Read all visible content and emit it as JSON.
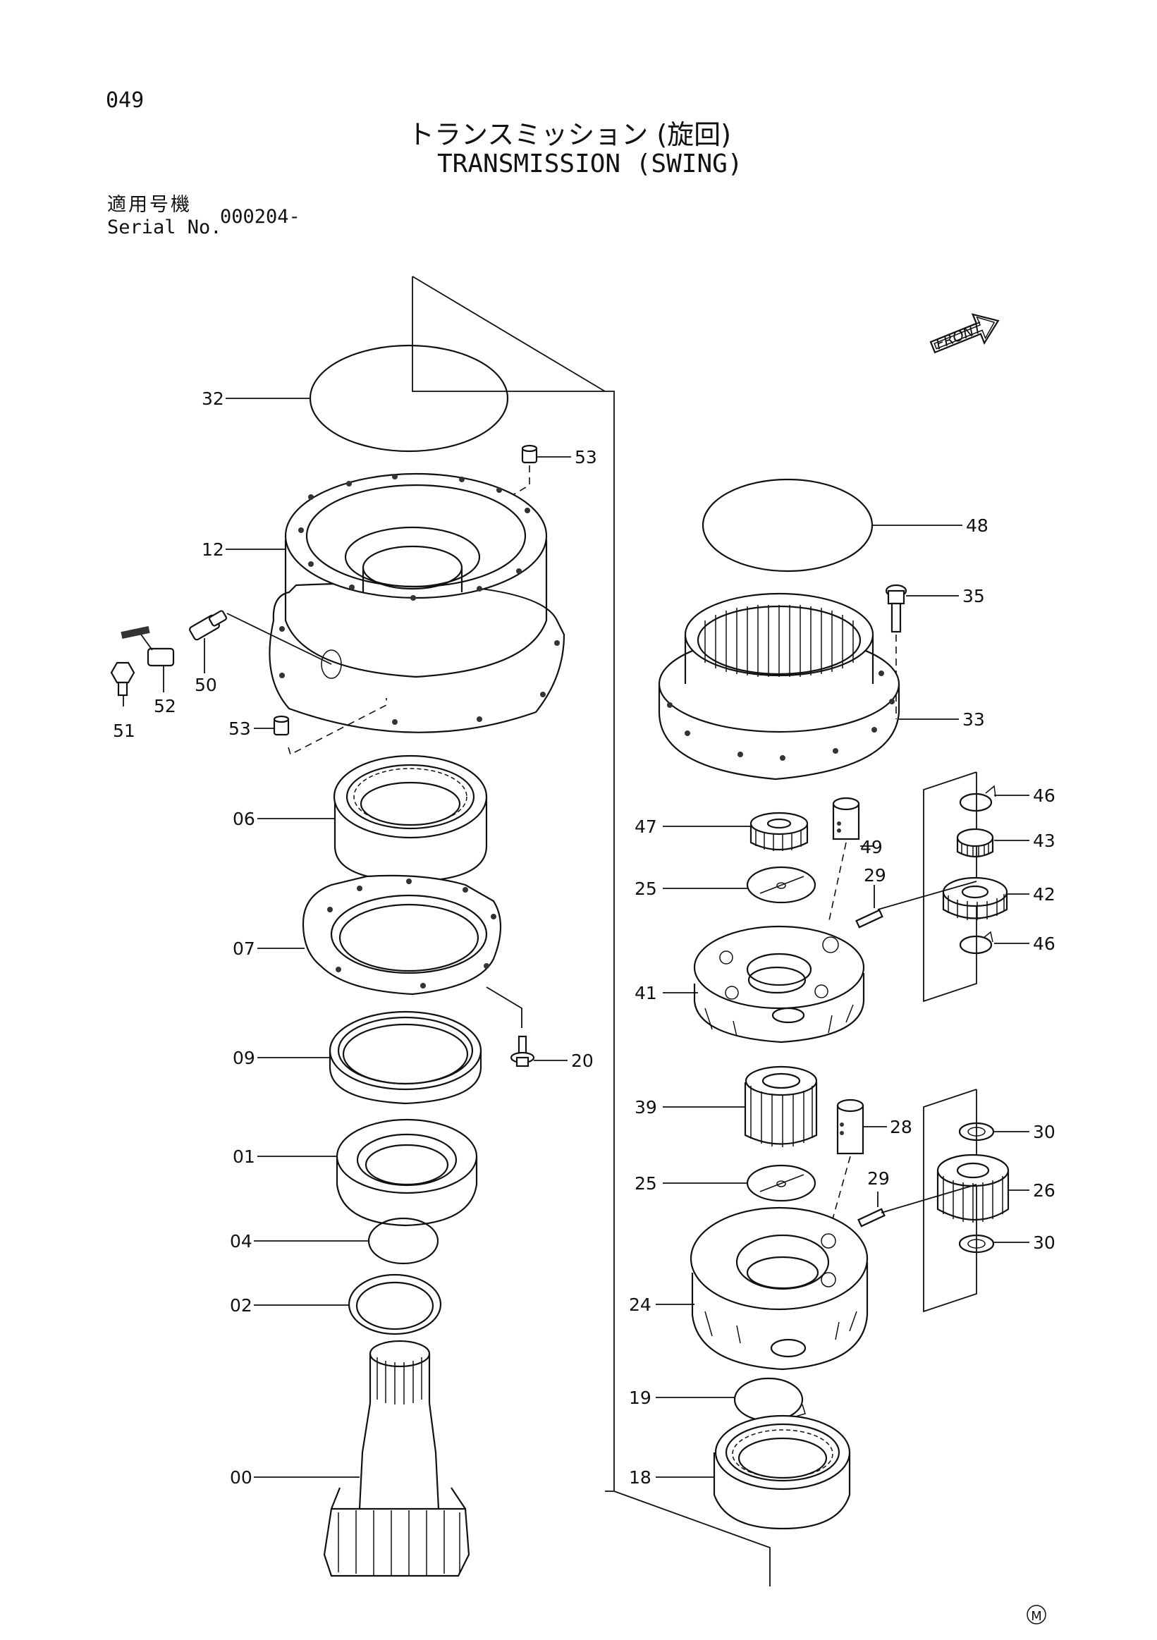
{
  "page": {
    "number": "049",
    "circle_mark": "M"
  },
  "title": {
    "japanese": "トランスミッション (旋回)",
    "english": "TRANSMISSION (SWING)"
  },
  "serial": {
    "label_jp": "適用号機",
    "label_en": "Serial No.",
    "value": "000204-"
  },
  "front_label": "FRONT",
  "parts": {
    "p32": "32",
    "p53a": "53",
    "p12": "12",
    "p52": "52",
    "p50": "50",
    "p51": "51",
    "p53b": "53",
    "p06": "06",
    "p07": "07",
    "p20": "20",
    "p09": "09",
    "p01": "01",
    "p04": "04",
    "p02": "02",
    "p00": "00",
    "p48": "48",
    "p35": "35",
    "p33": "33",
    "p46a": "46",
    "p43": "43",
    "p42": "42",
    "p46b": "46",
    "p47": "47",
    "p49": "49",
    "p25a": "25",
    "p29a": "29",
    "p41": "41",
    "p39": "39",
    "p28": "28",
    "p30a": "30",
    "p26": "26",
    "p30b": "30",
    "p25b": "25",
    "p29b": "29",
    "p24": "24",
    "p19": "19",
    "p18": "18"
  }
}
